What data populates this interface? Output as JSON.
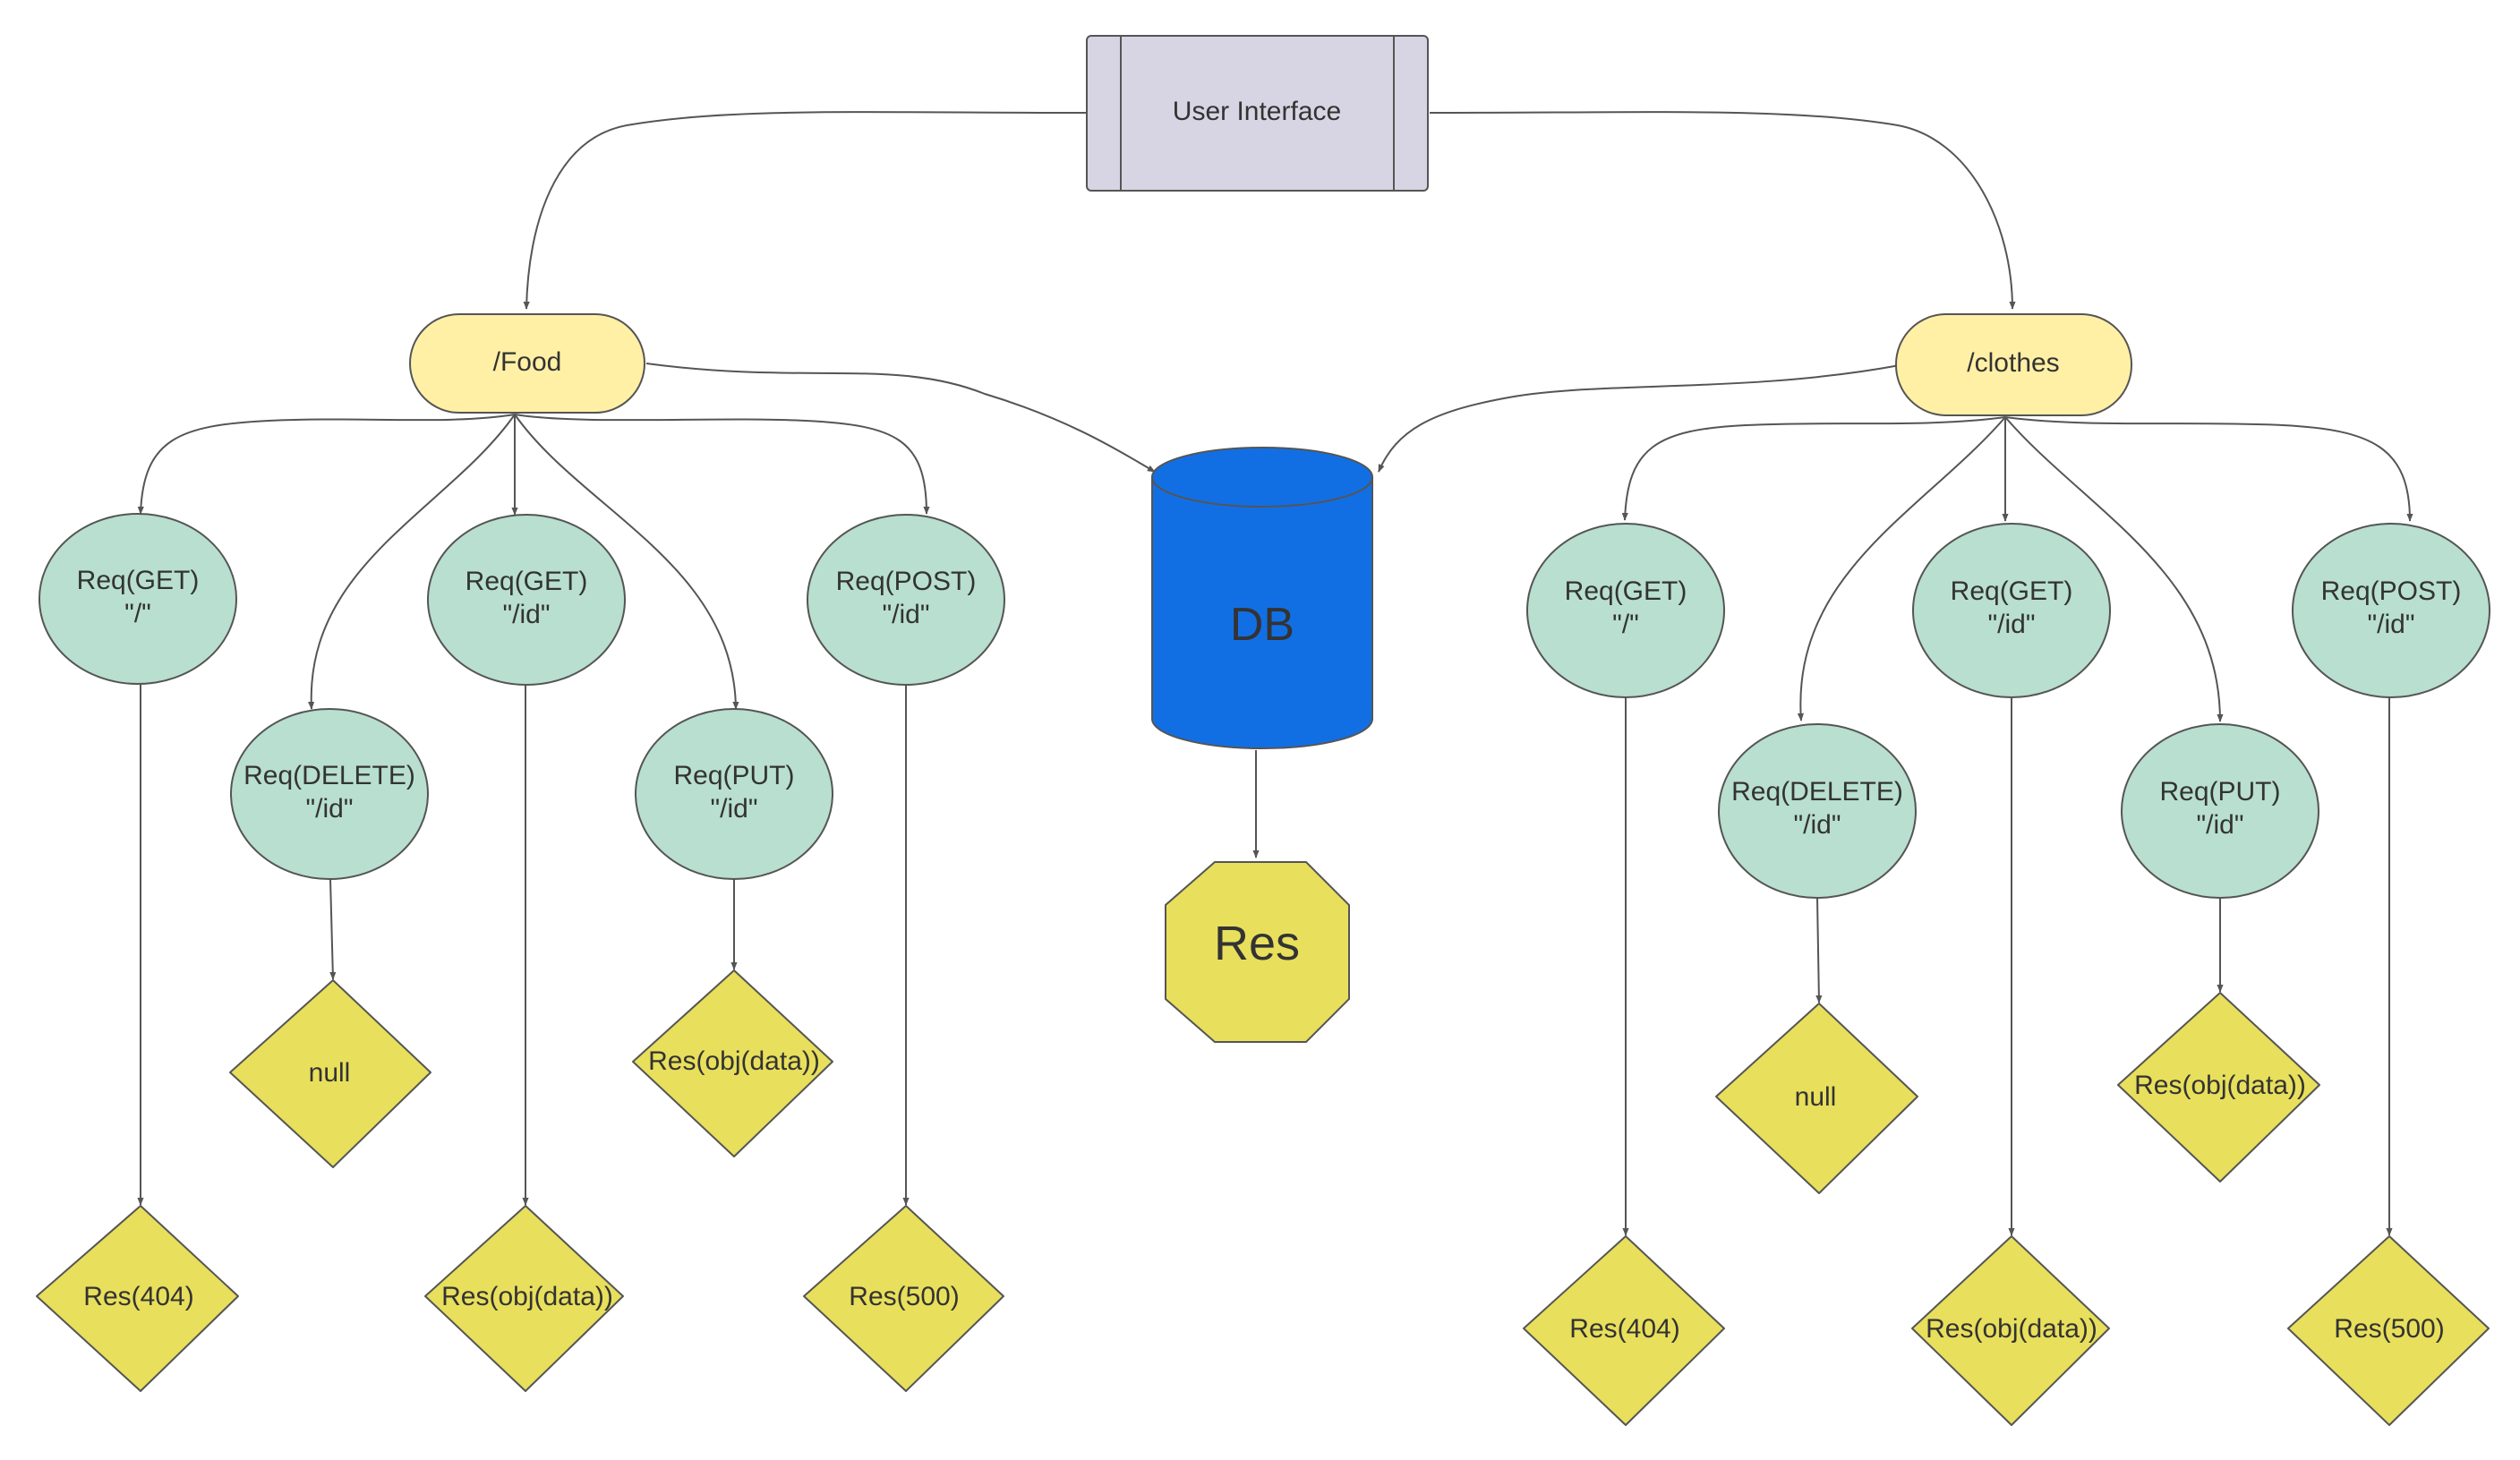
{
  "diagram": {
    "user_interface": {
      "label": "User Interface",
      "fill": "#d7d5e3"
    },
    "routes": [
      {
        "label": "/Food",
        "requests": [
          {
            "id": "food-get-root",
            "line1": "Req(GET)",
            "line2": "\"/\""
          },
          {
            "id": "food-delete-id",
            "line1": "Req(DELETE)",
            "line2": "\"/id\""
          },
          {
            "id": "food-get-id",
            "line1": "Req(GET)",
            "line2": "\"/id\""
          },
          {
            "id": "food-put-id",
            "line1": "Req(PUT)",
            "line2": "\"/id\""
          },
          {
            "id": "food-post-id",
            "line1": "Req(POST)",
            "line2": "\"/id\""
          }
        ],
        "responses": [
          {
            "id": "food-res-404",
            "label": "Res(404)"
          },
          {
            "id": "food-res-null",
            "label": "null"
          },
          {
            "id": "food-res-get-data",
            "label": "Res(obj(data))"
          },
          {
            "id": "food-res-put-data",
            "label": "Res(obj(data))"
          },
          {
            "id": "food-res-500",
            "label": "Res(500)"
          }
        ]
      },
      {
        "label": "/clothes",
        "requests": [
          {
            "id": "clothes-get-root",
            "line1": "Req(GET)",
            "line2": "\"/\""
          },
          {
            "id": "clothes-delete-id",
            "line1": "Req(DELETE)",
            "line2": "\"/id\""
          },
          {
            "id": "clothes-get-id",
            "line1": "Req(GET)",
            "line2": "\"/id\""
          },
          {
            "id": "clothes-put-id",
            "line1": "Req(PUT)",
            "line2": "\"/id\""
          },
          {
            "id": "clothes-post-id",
            "line1": "Req(POST)",
            "line2": "\"/id\""
          }
        ],
        "responses": [
          {
            "id": "clothes-res-404",
            "label": "Res(404)"
          },
          {
            "id": "clothes-res-null",
            "label": "null"
          },
          {
            "id": "clothes-res-get-data",
            "label": "Res(obj(data))"
          },
          {
            "id": "clothes-res-put-data",
            "label": "Res(obj(data))"
          },
          {
            "id": "clothes-res-500",
            "label": "Res(500)"
          }
        ]
      }
    ],
    "database": {
      "label": "DB",
      "fill": "#126fe3"
    },
    "result": {
      "label": "Res",
      "fill": "#e8df5c"
    },
    "colors": {
      "route_fill": "#fff0a6",
      "request_fill": "#b8dfcf",
      "response_fill": "#e8df5c",
      "stroke": "#555555"
    }
  }
}
